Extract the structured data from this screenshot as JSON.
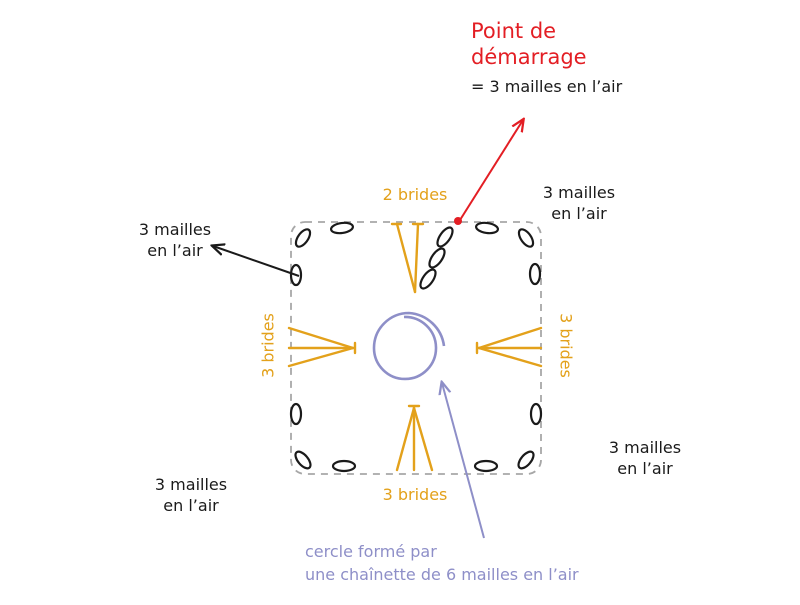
{
  "colors": {
    "dark": "#1a1a1a",
    "amber": "#e3a11b",
    "lavender": "#8e8fc8",
    "red": "#e31e24",
    "dashed": "#a7a7a7"
  },
  "start": {
    "title_line1": "Point de",
    "title_line2": "démarrage",
    "subtitle": "= 3 mailles en l’air"
  },
  "labels": {
    "top_left_line1": "3 mailles",
    "top_left_line2": "en l’air",
    "top_right_line1": "3 mailles",
    "top_right_line2": "en l’air",
    "bottom_left_line1": "3 mailles",
    "bottom_left_line2": "en l’air",
    "bottom_right_line1": "3 mailles",
    "bottom_right_line2": "en l’air",
    "top_brides": "2 brides",
    "bottom_brides": "3 brides",
    "left_brides": "3 brides",
    "right_brides": "3 brides"
  },
  "center": {
    "line1": "cercle formé par",
    "line2": "une chaînette de 6 mailles en l’air"
  }
}
